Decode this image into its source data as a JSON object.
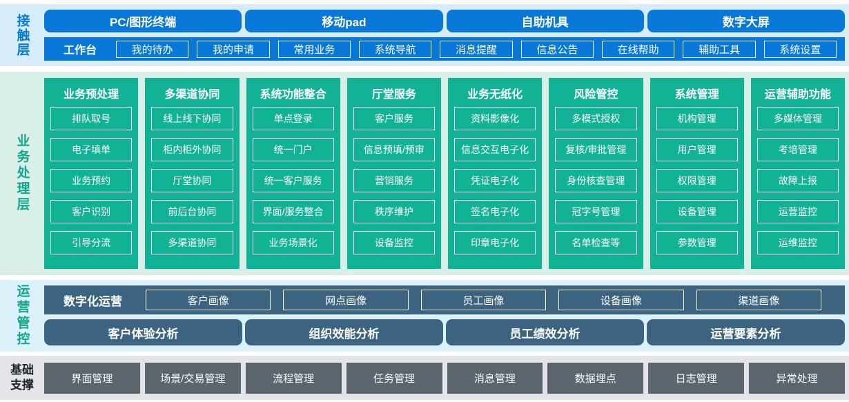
{
  "colors": {
    "blue": "#0878d8",
    "teal": "#12b296",
    "slate": "#3c6380",
    "gray": "#5b656e",
    "bg_contact": "#d6ecf8",
    "bg_business": "#d9f0e8",
    "bg_ops": "#dcf2fb",
    "bg_base": "#e3e5e8"
  },
  "contact": {
    "label": "接触层",
    "channels": [
      "PC/图形终端",
      "移动pad",
      "自助机具",
      "数字大屏"
    ],
    "workbench_label": "工作台",
    "workbench_items": [
      "我的待办",
      "我的申请",
      "常用业务",
      "系统导航",
      "消息提醒",
      "信息公告",
      "在线帮助",
      "辅助工具",
      "系统设置"
    ]
  },
  "business": {
    "label": "业务处理层",
    "columns": [
      {
        "title": "业务预处理",
        "items": [
          "排队取号",
          "电子填单",
          "业务预约",
          "客户识别",
          "引导分流"
        ]
      },
      {
        "title": "多渠道协同",
        "items": [
          "线上线下协同",
          "柜内柜外协同",
          "厅堂协同",
          "前后台协同",
          "多渠道协同"
        ]
      },
      {
        "title": "系统功能整合",
        "items": [
          "单点登录",
          "统一门户",
          "统一客户服务",
          "界面/服务整合",
          "业务场景化"
        ]
      },
      {
        "title": "厅堂服务",
        "items": [
          "客户服务",
          "信息预填/预审",
          "营销服务",
          "秩序维护",
          "设备监控"
        ]
      },
      {
        "title": "业务无纸化",
        "items": [
          "资料影像化",
          "信息交互电子化",
          "凭证电子化",
          "签名电子化",
          "印章电子化"
        ]
      },
      {
        "title": "风险管控",
        "items": [
          "多模式授权",
          "复核/审批管理",
          "身份核查管理",
          "冠字号管理",
          "名单检查等"
        ]
      },
      {
        "title": "系统管理",
        "items": [
          "机构管理",
          "用户管理",
          "权限管理",
          "设备管理",
          "参数管理"
        ]
      },
      {
        "title": "运营辅助功能",
        "items": [
          "多媒体管理",
          "考培管理",
          "故障上报",
          "运营监控",
          "运维监控"
        ]
      }
    ]
  },
  "ops": {
    "label": "运营管控",
    "digital_label": "数字化运营",
    "profiles": [
      "客户画像",
      "网点画像",
      "员工画像",
      "设备画像",
      "渠道画像"
    ],
    "analyses": [
      "客户体验分析",
      "组织效能分析",
      "员工绩效分析",
      "运营要素分析"
    ]
  },
  "base": {
    "label": "基础支撑",
    "items": [
      "界面管理",
      "场景/交易管理",
      "流程管理",
      "任务管理",
      "消息管理",
      "数据埋点",
      "日志管理",
      "异常处理"
    ]
  }
}
